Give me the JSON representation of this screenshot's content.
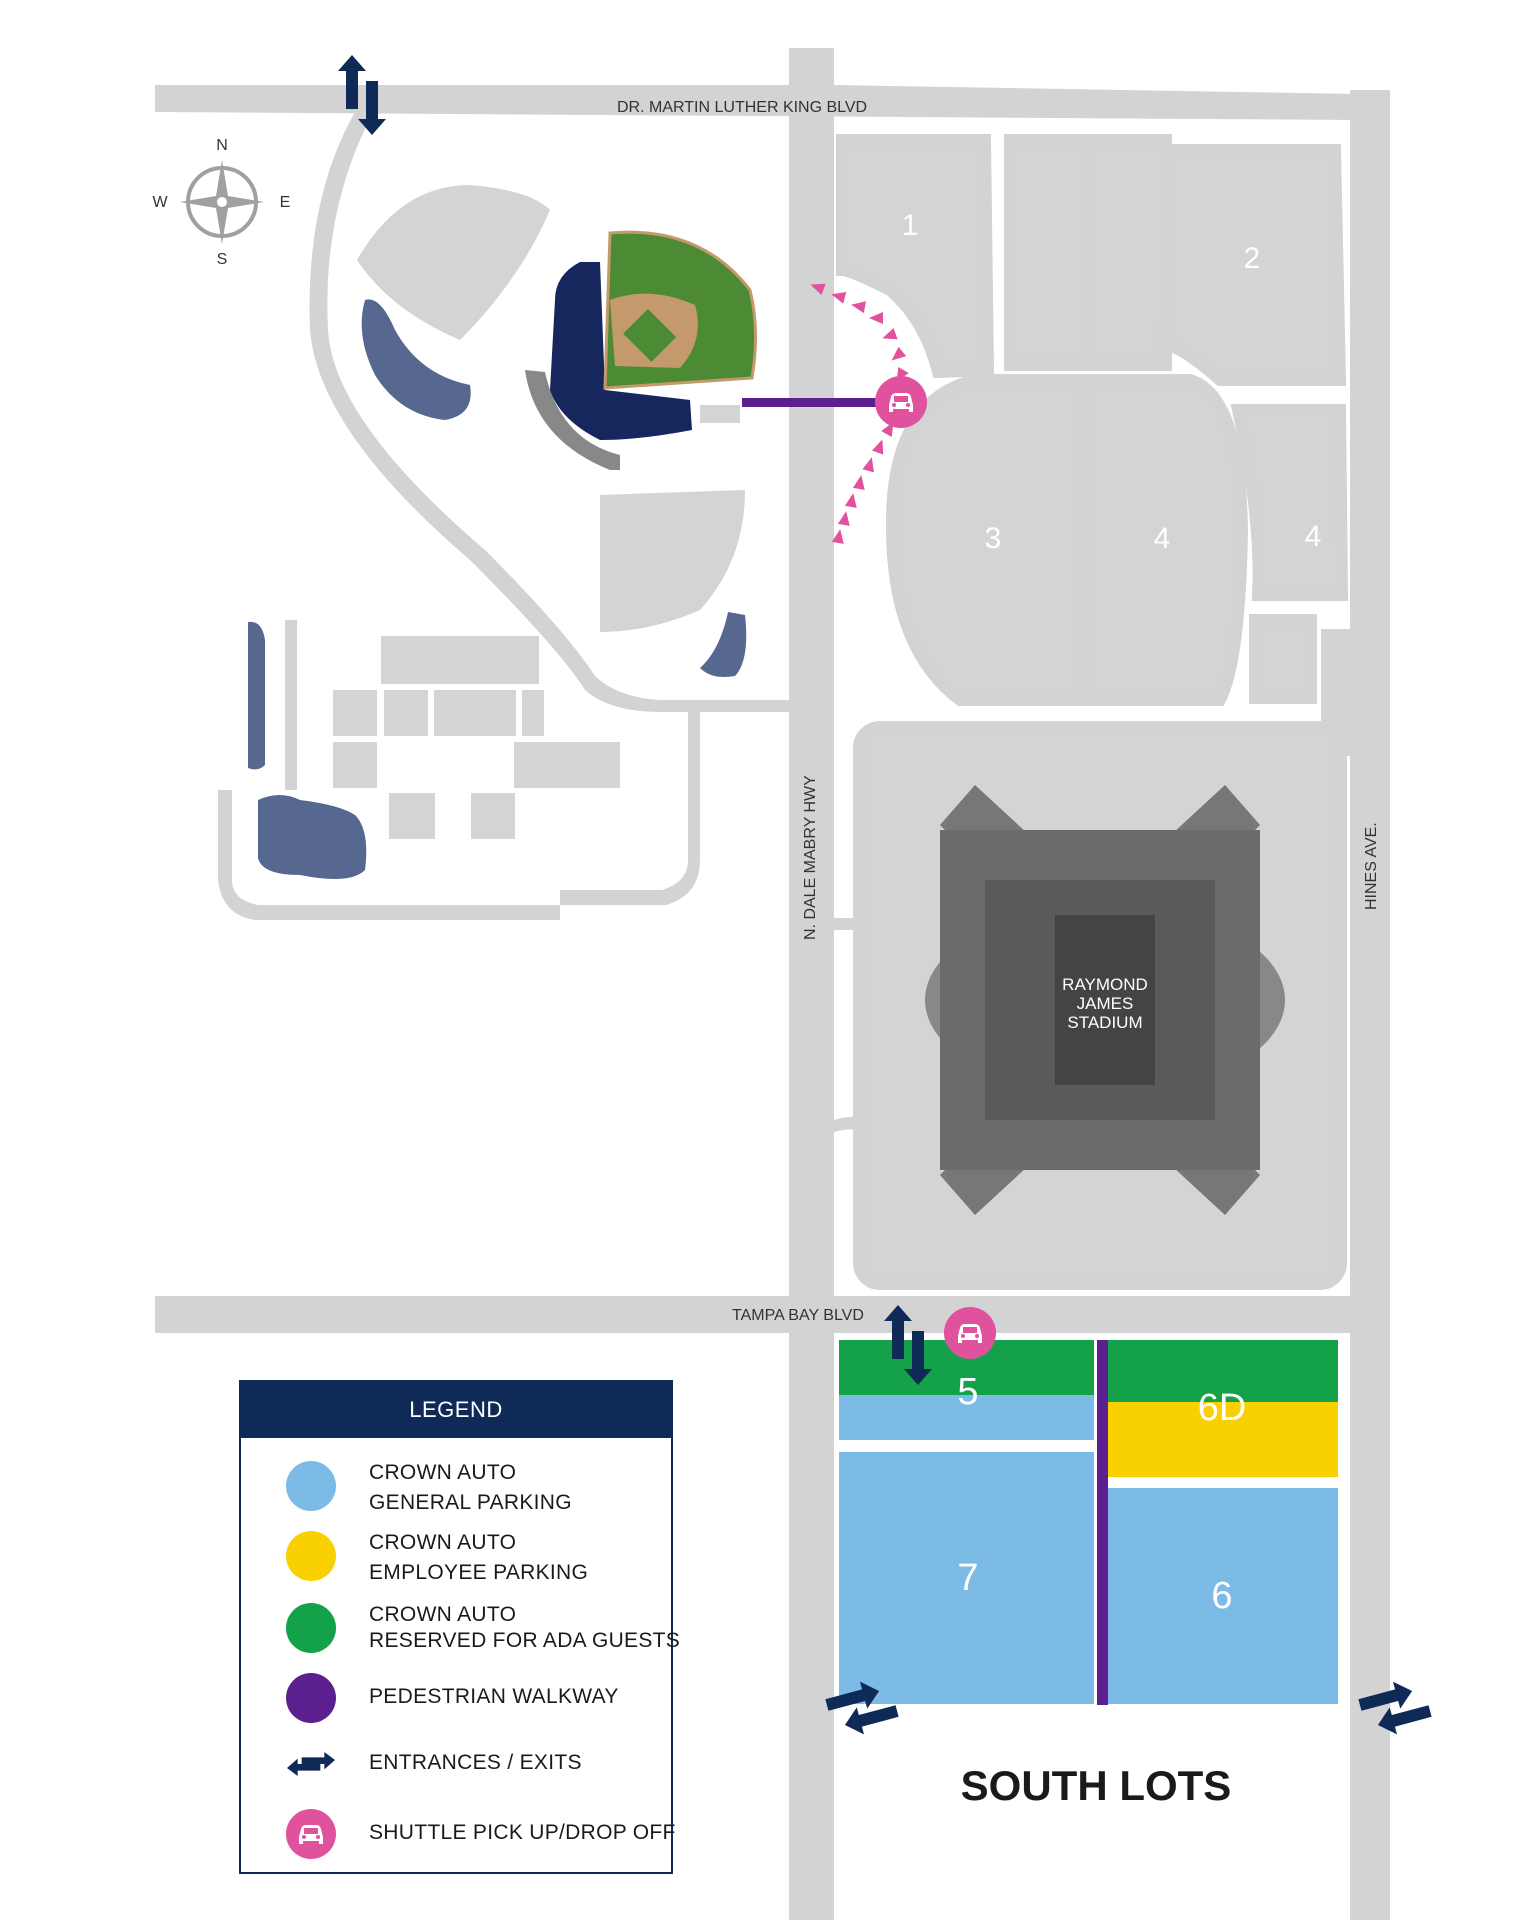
{
  "roads": {
    "north": "DR. MARTIN LUTHER KING BLVD",
    "south": "TAMPA BAY BLVD",
    "west": "N. DALE MABRY HWY",
    "east": "HINES AVE."
  },
  "compass": {
    "n": "N",
    "s": "S",
    "e": "E",
    "w": "W"
  },
  "stadium_label": [
    "RAYMOND",
    "JAMES",
    "STADIUM"
  ],
  "lots": {
    "lot1": "1",
    "lot2": "2",
    "lot3": "3",
    "lot4a": "4",
    "lot4b": "4",
    "lot5": "5",
    "lot6d": "6D",
    "lot7": "7",
    "lot6": "6"
  },
  "south_lots_title": "SOUTH LOTS",
  "legend": {
    "title": "LEGEND",
    "items": [
      {
        "line1": "CROWN AUTO",
        "line2": "GENERAL PARKING",
        "color": "#7cbbe6",
        "icon": "circle"
      },
      {
        "line1": "CROWN AUTO",
        "line2": "EMPLOYEE PARKING",
        "color": "#f9d000",
        "icon": "circle"
      },
      {
        "line1": "CROWN AUTO",
        "line2": "RESERVED FOR ADA GUESTS",
        "color": "#13a14a",
        "icon": "circle"
      },
      {
        "line1": "PEDESTRIAN WALKWAY",
        "line2": "",
        "color": "#5b1f8f",
        "icon": "circle"
      },
      {
        "line1": "ENTRANCES / EXITS",
        "line2": "",
        "color": "#0f2a57",
        "icon": "double-arrow-icon"
      },
      {
        "line1": "SHUTTLE PICK UP/DROP OFF",
        "line2": "",
        "color": "#e0519e",
        "icon": "car-icon"
      }
    ]
  },
  "colors": {
    "general": "#7cbbe6",
    "employee": "#f9d000",
    "ada": "#13a14a",
    "walkway": "#5b1f8f",
    "entrance": "#0f2a57",
    "shuttle": "#e0519e",
    "road": "#d3d3d3",
    "lot": "#d4d4d4",
    "water": "#56688f",
    "field": "#4c8b34"
  }
}
